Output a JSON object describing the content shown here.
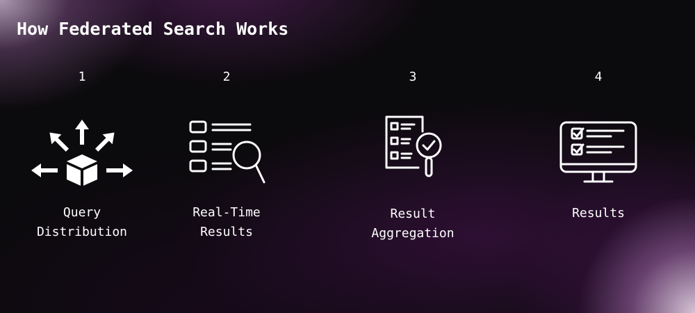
{
  "title": "How Federated Search Works",
  "steps": [
    {
      "number": "1",
      "label": "Query\nDistribution",
      "icon": "distribution-arrows-cube-icon"
    },
    {
      "number": "2",
      "label": "Real-Time\nResults",
      "icon": "list-magnifier-icon"
    },
    {
      "number": "3",
      "label": "Result\nAggregation",
      "icon": "checklist-document-magnifier-icon"
    },
    {
      "number": "4",
      "label": "Results",
      "icon": "monitor-checklist-icon"
    }
  ]
}
